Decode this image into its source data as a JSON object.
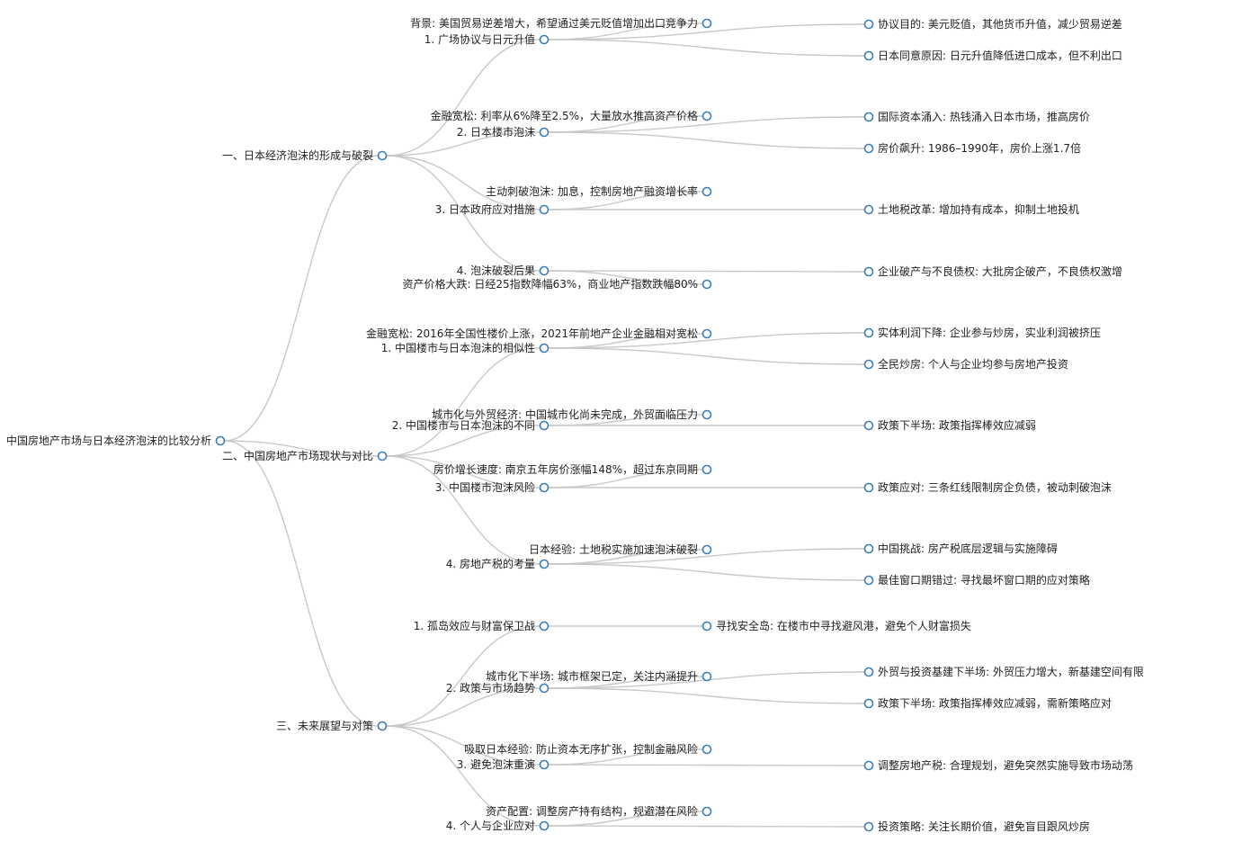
{
  "node_color": "#3e7cb8",
  "link_color": "#c8c8c8",
  "root": {
    "id": "root",
    "label": "中国房地产市场与日本经济泡沫的比较分析",
    "children": [
      {
        "id": "s1",
        "label": "一、日本经济泡沫的形成与破裂",
        "children": [
          {
            "id": "s1-1",
            "label": "1. 广场协议与日元升值",
            "children": [
              {
                "id": "s1-1-a",
                "label": "背景: 美国贸易逆差增大，希望通过美元贬值增加出口竞争力",
                "children": []
              },
              {
                "id": "s1-1-b",
                "label": "协议目的: 美元贬值，其他货币升值，减少贸易逆差",
                "children": []
              },
              {
                "id": "s1-1-c",
                "label": "日本同意原因: 日元升值降低进口成本，但不利出口",
                "children": []
              }
            ]
          },
          {
            "id": "s1-2",
            "label": "2. 日本楼市泡沫",
            "children": [
              {
                "id": "s1-2-a",
                "label": "金融宽松: 利率从6%降至2.5%，大量放水推高资产价格",
                "children": []
              },
              {
                "id": "s1-2-b",
                "label": "国际资本涌入: 热钱涌入日本市场，推高房价",
                "children": []
              },
              {
                "id": "s1-2-c",
                "label": "房价飙升: 1986–1990年，房价上涨1.7倍",
                "children": []
              }
            ]
          },
          {
            "id": "s1-3",
            "label": "3. 日本政府应对措施",
            "children": [
              {
                "id": "s1-3-a",
                "label": "主动刺破泡沫: 加息，控制房地产融资增长率",
                "children": []
              },
              {
                "id": "s1-3-b",
                "label": "土地税改革: 增加持有成本，抑制土地投机",
                "children": []
              }
            ]
          },
          {
            "id": "s1-4",
            "label": "4. 泡沫破裂后果",
            "children": [
              {
                "id": "s1-4-a",
                "label": "资产价格大跌: 日经25指数降幅63%，商业地产指数跌幅80%",
                "children": []
              },
              {
                "id": "s1-4-b",
                "label": "企业破产与不良债权: 大批房企破产，不良债权激增",
                "children": []
              }
            ]
          }
        ]
      },
      {
        "id": "s2",
        "label": "二、中国房地产市场现状与对比",
        "children": [
          {
            "id": "s2-1",
            "label": "1. 中国楼市与日本泡沫的相似性",
            "children": [
              {
                "id": "s2-1-a",
                "label": "金融宽松: 2016年全国性楼价上涨，2021年前地产企业金融相对宽松",
                "children": []
              },
              {
                "id": "s2-1-b",
                "label": "实体利润下降: 企业参与炒房，实业利润被挤压",
                "children": []
              },
              {
                "id": "s2-1-c",
                "label": "全民炒房: 个人与企业均参与房地产投资",
                "children": []
              }
            ]
          },
          {
            "id": "s2-2",
            "label": "2. 中国楼市与日本泡沫的不同",
            "children": [
              {
                "id": "s2-2-a",
                "label": "城市化与外贸经济: 中国城市化尚未完成，外贸面临压力",
                "children": []
              },
              {
                "id": "s2-2-b",
                "label": "政策下半场: 政策指挥棒效应减弱",
                "children": []
              }
            ]
          },
          {
            "id": "s2-3",
            "label": "3. 中国楼市泡沫风险",
            "children": [
              {
                "id": "s2-3-a",
                "label": "房价增长速度: 南京五年房价涨幅148%，超过东京同期",
                "children": []
              },
              {
                "id": "s2-3-b",
                "label": "政策应对: 三条红线限制房企负债，被动刺破泡沫",
                "children": []
              }
            ]
          },
          {
            "id": "s2-4",
            "label": "4. 房地产税的考量",
            "children": [
              {
                "id": "s2-4-a",
                "label": "日本经验: 土地税实施加速泡沫破裂",
                "children": []
              },
              {
                "id": "s2-4-b",
                "label": "中国挑战: 房产税底层逻辑与实施障碍",
                "children": []
              },
              {
                "id": "s2-4-c",
                "label": "最佳窗口期错过: 寻找最坏窗口期的应对策略",
                "children": []
              }
            ]
          }
        ]
      },
      {
        "id": "s3",
        "label": "三、未来展望与对策",
        "children": [
          {
            "id": "s3-1",
            "label": "1. 孤岛效应与财富保卫战",
            "children": [
              {
                "id": "s3-1-a",
                "label": "寻找安全岛: 在楼市中寻找避风港，避免个人财富损失",
                "children": []
              }
            ]
          },
          {
            "id": "s3-2",
            "label": "2. 政策与市场趋势",
            "children": [
              {
                "id": "s3-2-a",
                "label": "城市化下半场: 城市框架已定，关注内涵提升",
                "children": []
              },
              {
                "id": "s3-2-b",
                "label": "外贸与投资基建下半场: 外贸压力增大，新基建空间有限",
                "children": []
              },
              {
                "id": "s3-2-c",
                "label": "政策下半场: 政策指挥棒效应减弱，需新策略应对",
                "children": []
              }
            ]
          },
          {
            "id": "s3-3",
            "label": "3. 避免泡沫重演",
            "children": [
              {
                "id": "s3-3-a",
                "label": "吸取日本经验: 防止资本无序扩张，控制金融风险",
                "children": []
              },
              {
                "id": "s3-3-b",
                "label": "调整房地产税: 合理规划，避免突然实施导致市场动荡",
                "children": []
              }
            ]
          },
          {
            "id": "s3-4",
            "label": "4. 个人与企业应对",
            "children": [
              {
                "id": "s3-4-a",
                "label": "资产配置: 调整房产持有结构，规避潜在风险",
                "children": []
              },
              {
                "id": "s3-4-b",
                "label": "投资策略: 关注长期价值，避免盲目跟风炒房",
                "children": []
              }
            ]
          }
        ]
      }
    ]
  }
}
